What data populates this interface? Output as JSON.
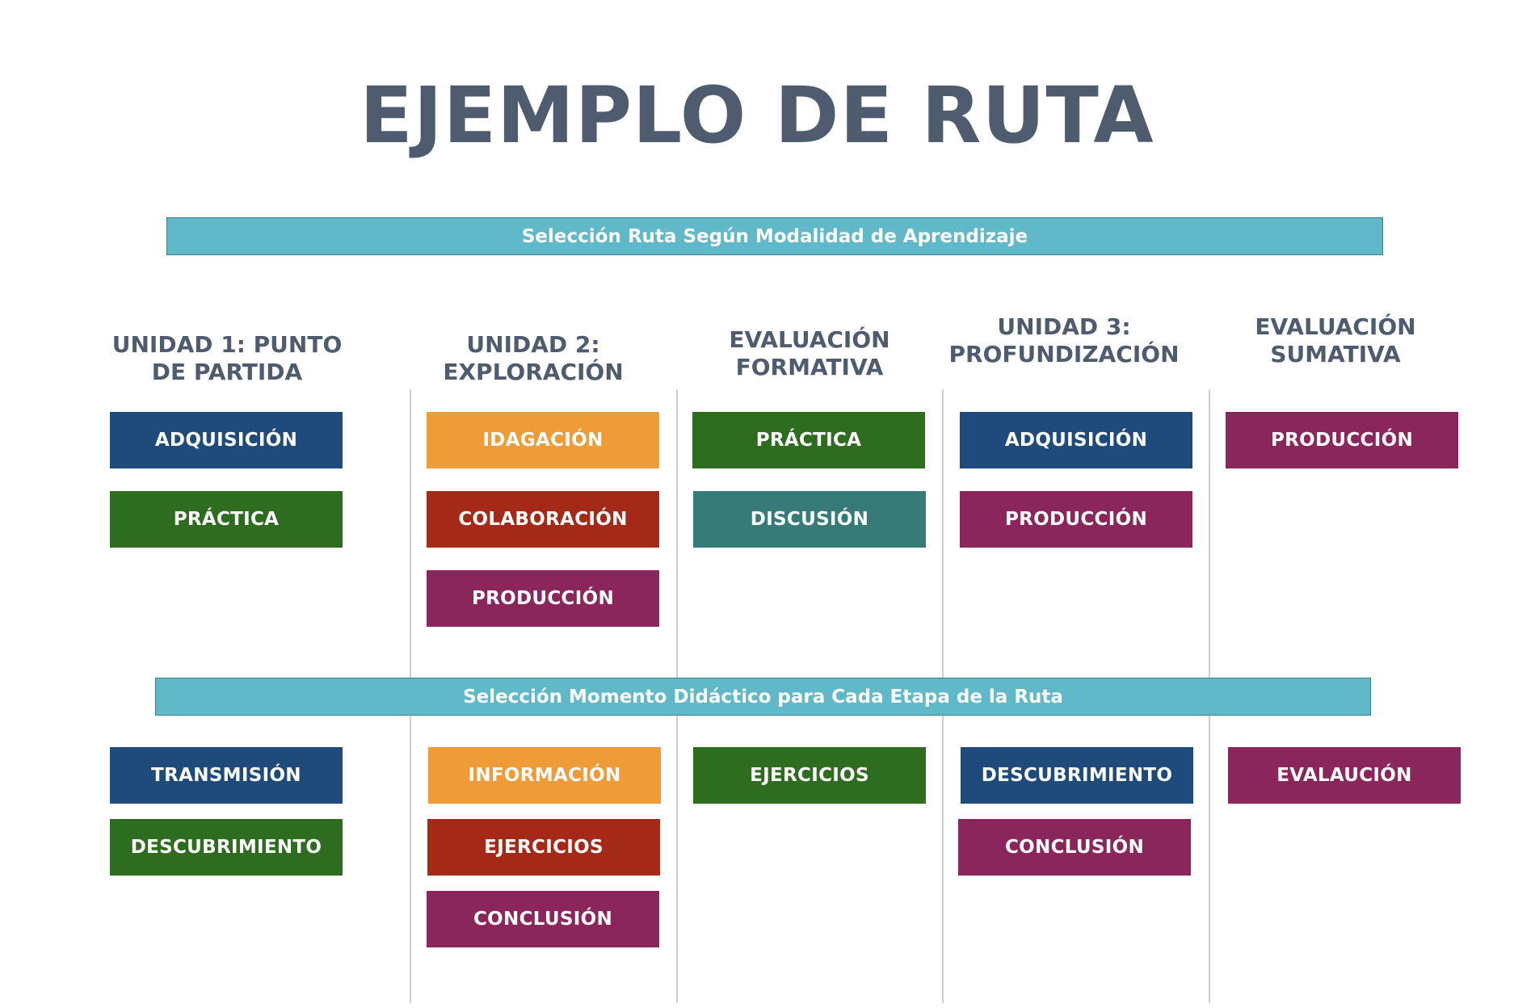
{
  "title": "EJEMPLO DE RUTA",
  "band_top": "Selección Ruta Según Modalidad de Aprendizaje",
  "band_bottom": "Selección Momento Didáctico para Cada Etapa de la Ruta",
  "columns": [
    {
      "heading": "UNIDAD 1: PUNTO DE PARTIDA",
      "routes": [
        "ADQUISICIÓN",
        "PRÁCTICA"
      ],
      "moments": [
        "TRANSMISIÓN",
        "DESCUBRIMIENTO"
      ]
    },
    {
      "heading": "UNIDAD 2: EXPLORACIÓN",
      "routes": [
        "IDAGACIÓN",
        "COLABORACIÓN",
        "PRODUCCIÓN"
      ],
      "moments": [
        "INFORMACIÓN",
        "EJERCICIOS",
        "CONCLUSIÓN"
      ]
    },
    {
      "heading": "EVALUACIÓN FORMATIVA",
      "routes": [
        "PRÁCTICA",
        "DISCUSIÓN"
      ],
      "moments": [
        "EJERCICIOS"
      ]
    },
    {
      "heading": "UNIDAD 3: PROFUNDIZACIÓN",
      "routes": [
        "ADQUISICIÓN",
        "PRODUCCIÓN"
      ],
      "moments": [
        "DESCUBRIMIENTO",
        "CONCLUSIÓN"
      ]
    },
    {
      "heading": "EVALUACIÓN SUMATIVA",
      "routes": [
        "PRODUCCIÓN"
      ],
      "moments": [
        "EVALAUCIÓN"
      ]
    }
  ],
  "colors": {
    "blue": "#1f4b7c",
    "green": "#2e6c1f",
    "orange": "#ef9b37",
    "red": "#a42a17",
    "purple": "#8b265d",
    "teal": "#367b78",
    "band": "#5fb9c9",
    "heading": "#4f5b6e"
  }
}
